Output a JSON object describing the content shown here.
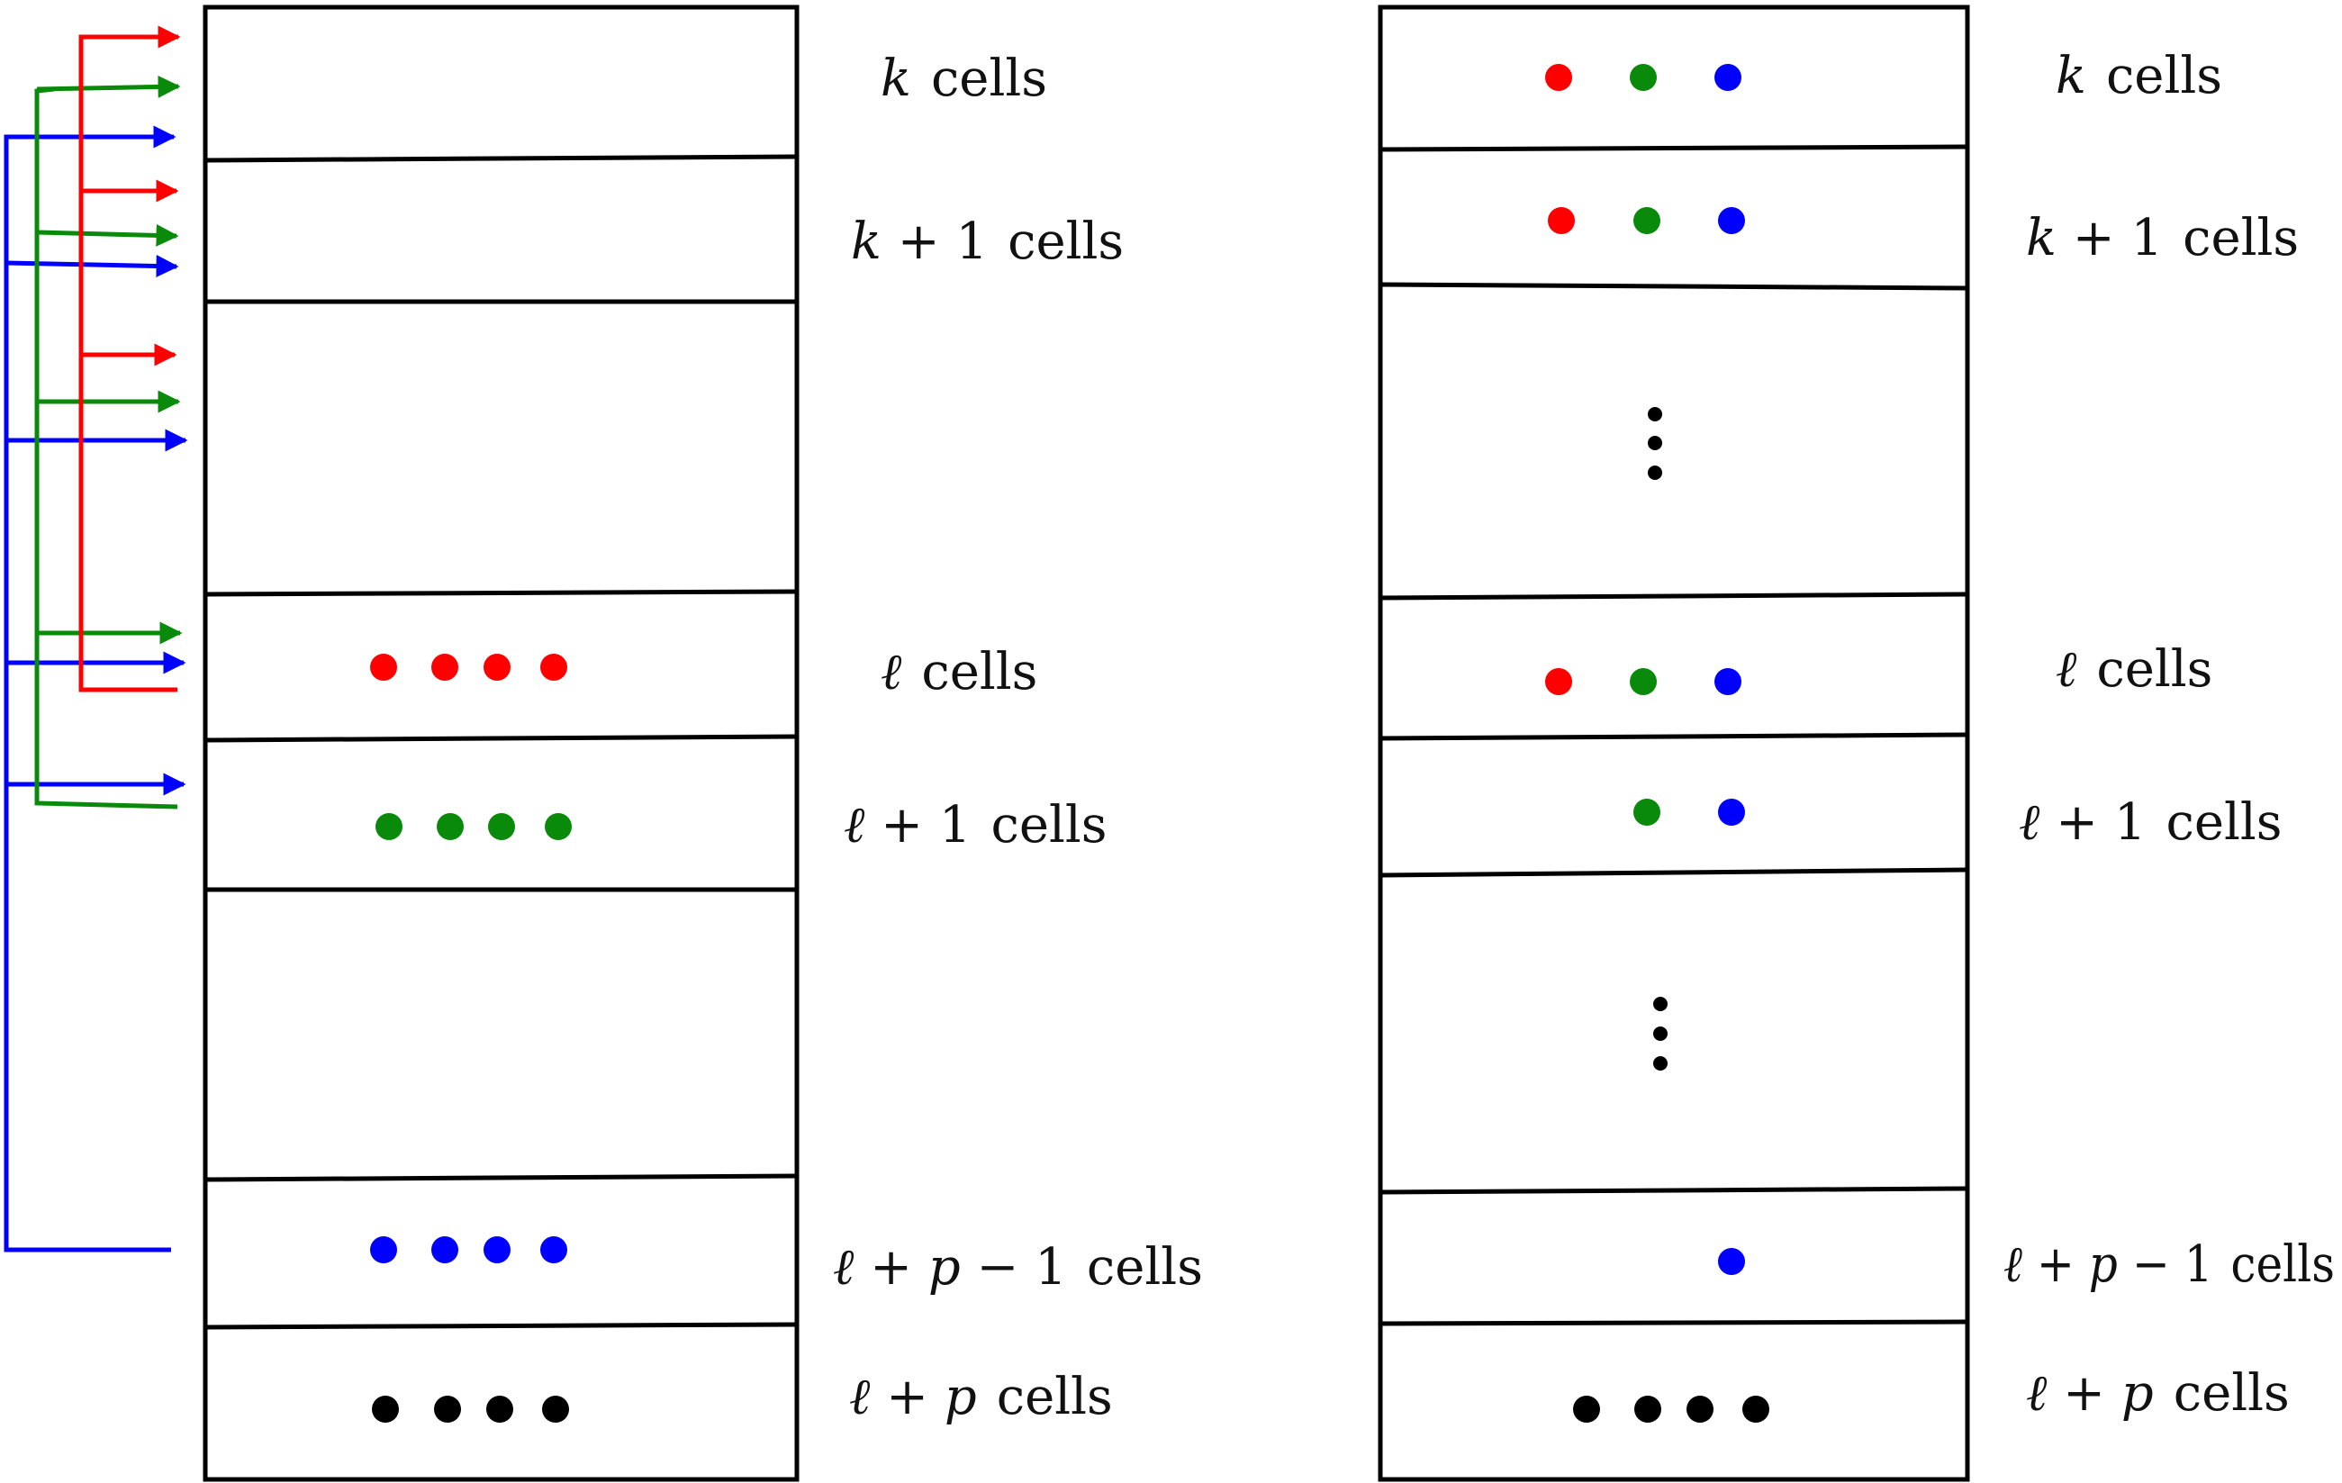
{
  "colors": {
    "red": "#ff0000",
    "green": "#0a8a0a",
    "blue": "#0000ff",
    "black": "#000000"
  },
  "word_cells": "cells",
  "left_labels": {
    "row1": {
      "sym": "k",
      "tail": ""
    },
    "row2": {
      "sym": "k",
      "tail": " + 1"
    },
    "row4": {
      "sym": "ℓ",
      "tail": ""
    },
    "row5": {
      "sym": "ℓ",
      "tail": " + 1"
    },
    "row7": {
      "sym": "ℓ",
      "tail": " + ",
      "sym2": "p",
      "tail2": " − 1"
    },
    "row8": {
      "sym": "ℓ",
      "tail": " + ",
      "sym2": "p",
      "tail2": ""
    }
  },
  "right_labels": {
    "row1": {
      "sym": "k",
      "tail": ""
    },
    "row2": {
      "sym": "k",
      "tail": " + 1"
    },
    "row4": {
      "sym": "ℓ",
      "tail": ""
    },
    "row5": {
      "sym": "ℓ",
      "tail": " + 1"
    },
    "row7": {
      "sym": "ℓ",
      "tail": " + ",
      "sym2": "p",
      "tail2": " − 1"
    },
    "row8": {
      "sym": "ℓ",
      "tail": " + ",
      "sym2": "p",
      "tail2": ""
    }
  },
  "left_dots": {
    "row4": [
      "red",
      "red",
      "red",
      "red"
    ],
    "row5": [
      "green",
      "green",
      "green",
      "green"
    ],
    "row7": [
      "blue",
      "blue",
      "blue",
      "blue"
    ],
    "row8": [
      "black",
      "black",
      "black",
      "black"
    ]
  },
  "right_dots": {
    "row1": [
      "red",
      "green",
      "blue"
    ],
    "row2": [
      "red",
      "green",
      "blue"
    ],
    "row3": "vertical-ellipsis",
    "row4": [
      "red",
      "green",
      "blue"
    ],
    "row5": [
      "green",
      "blue"
    ],
    "row6": "vertical-ellipsis",
    "row7": [
      "blue"
    ],
    "row8": [
      "black",
      "black",
      "black",
      "black"
    ]
  },
  "arrows": {
    "red_targets": [
      "row1",
      "row2",
      "row3"
    ],
    "green_targets": [
      "row1",
      "row2",
      "row3",
      "row4"
    ],
    "blue_targets": [
      "row1",
      "row2",
      "row3",
      "row4",
      "row5"
    ]
  }
}
